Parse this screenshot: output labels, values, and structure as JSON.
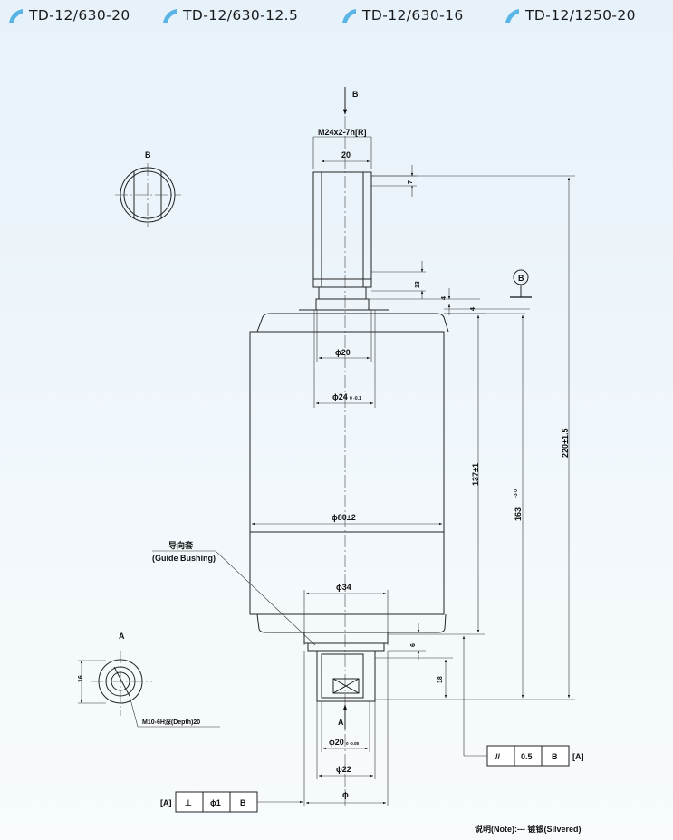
{
  "model_tabs": [
    {
      "label": "TD-12/630-20"
    },
    {
      "label": "TD-12/630-12.5"
    },
    {
      "label": "TD-12/630-16"
    },
    {
      "label": "TD-12/1250-20"
    }
  ],
  "colors": {
    "accent": "#5bb4e6",
    "line": "#222222"
  },
  "drawing": {
    "view_b_arrow_label": "B",
    "thread_label": "M24x2-7h[R]",
    "dim_20": "20",
    "dim_7": "7",
    "dim_13": "13",
    "dim_4_upper": "4",
    "dim_4_lower": "4",
    "datum_b": "B",
    "dim_phi20": "ϕ20",
    "dim_phi24": "ϕ24",
    "dim_phi24_tol": "0 -0.1",
    "dim_phi80": "ϕ80±2",
    "dim_137": "137±1",
    "dim_163": "163",
    "dim_163_tol": "+3 0",
    "dim_220": "220±1.5",
    "guide_bushing_cn": "导向套",
    "guide_bushing_en": "(Guide Bushing)",
    "dim_phi34": "ϕ34",
    "dim_6": "6",
    "dim_18": "18",
    "section_a_label": "A",
    "dim_phi20_lower": "ϕ20",
    "dim_phi20_lower_tol": "0 -0.08",
    "dim_phi22": "ϕ22",
    "dim_phi_bottom": "ϕ",
    "view_b_title": "B",
    "view_a_title": "A",
    "dim_16": "16",
    "thread_hole_label": "M10-6H深(Depth)20",
    "note": "说明(Note):--- 镀银(Silvered)"
  },
  "tolerance_frames": [
    {
      "ref": "[A]",
      "cells": [
        "⊥",
        "ϕ1",
        "B"
      ]
    },
    {
      "ref": "[A]",
      "cells": [
        "//",
        "0.5",
        "B"
      ]
    }
  ]
}
